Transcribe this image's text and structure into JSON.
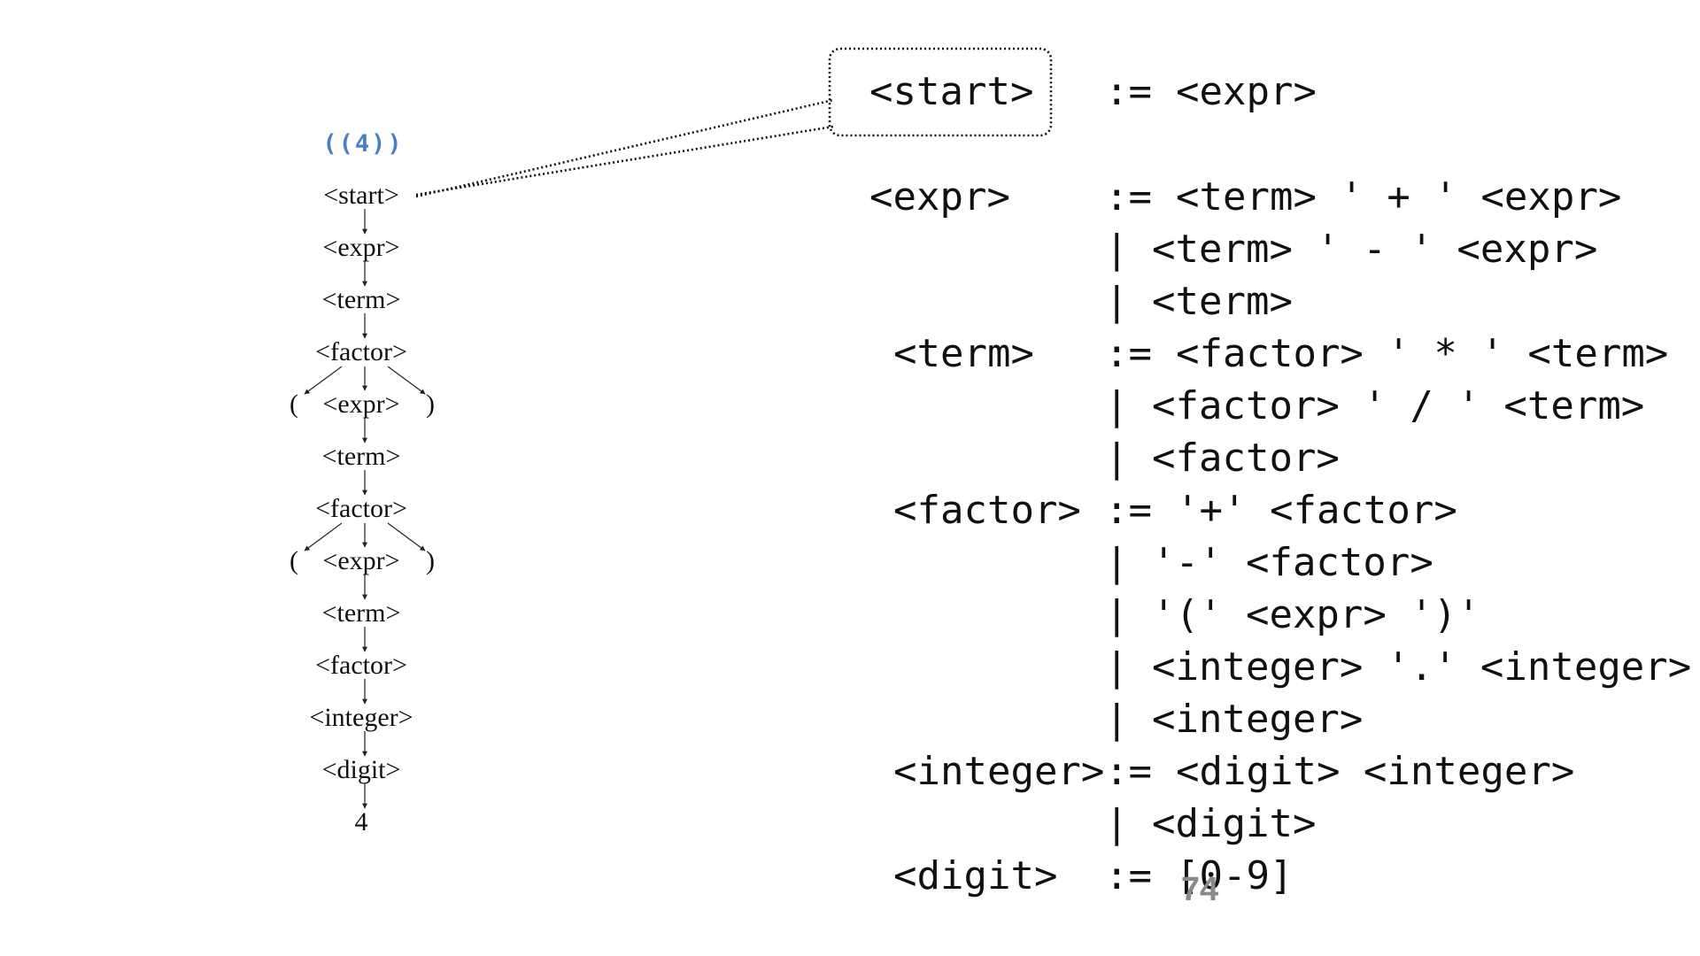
{
  "tree": {
    "expression": "((4))",
    "nodes": [
      {
        "id": "start",
        "label": "<start>"
      },
      {
        "id": "expr1",
        "label": "<expr>"
      },
      {
        "id": "term1",
        "label": "<term>"
      },
      {
        "id": "factor1",
        "label": "<factor>"
      },
      {
        "id": "lparen1",
        "label": "("
      },
      {
        "id": "expr2",
        "label": "<expr>"
      },
      {
        "id": "rparen1",
        "label": ")"
      },
      {
        "id": "term2",
        "label": "<term>"
      },
      {
        "id": "factor2",
        "label": "<factor>"
      },
      {
        "id": "lparen2",
        "label": "("
      },
      {
        "id": "expr3",
        "label": "<expr>"
      },
      {
        "id": "rparen2",
        "label": ")"
      },
      {
        "id": "term3",
        "label": "<term>"
      },
      {
        "id": "factor3",
        "label": "<factor>"
      },
      {
        "id": "integer1",
        "label": "<integer>"
      },
      {
        "id": "digit1",
        "label": "<digit>"
      },
      {
        "id": "four",
        "label": "4"
      }
    ]
  },
  "grammar": {
    "rules": [
      {
        "lhs": "<start>",
        "alts": [
          "<expr>"
        ]
      },
      {
        "lhs": "<expr>",
        "alts": [
          "<term> ' + ' <expr>",
          "<term> ' - ' <expr>",
          "<term>"
        ]
      },
      {
        "lhs": "<term>",
        "alts": [
          "<factor> ' * ' <term>",
          "<factor> ' / ' <term>",
          "<factor>"
        ]
      },
      {
        "lhs": "<factor>",
        "alts": [
          "'+' <factor>",
          "'-' <factor>",
          "'(' <expr> ')'",
          "<integer> '.' <integer>",
          "<integer>"
        ]
      },
      {
        "lhs": "<integer>",
        "alts": [
          "<digit> <integer>",
          "<digit>"
        ]
      },
      {
        "lhs": "<digit>",
        "alts": [
          "[0-9]"
        ]
      }
    ],
    "define_op": ":=",
    "alt_op": "|"
  },
  "page_number": "74"
}
